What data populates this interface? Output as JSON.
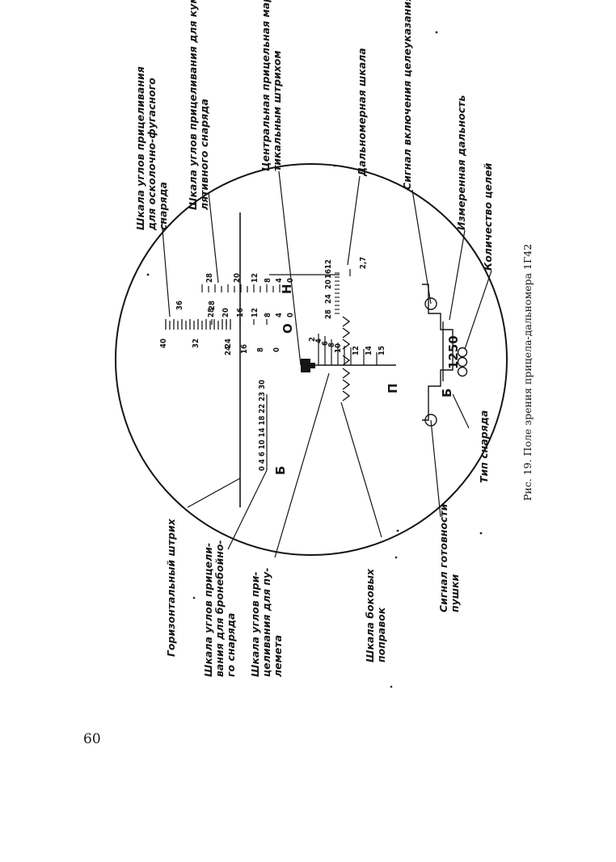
{
  "figure": {
    "caption": "Рис. 19. Поле зрения прицела-дальномера 1Г42",
    "page_number": "60"
  },
  "labels": {
    "frag_scale": [
      "Шкала углов прицеливания",
      "для осколочно-фугасного",
      "снаряда"
    ],
    "cumul_scale": [
      "Шкала углов прицеливания для кумуле-",
      "лятивного снаряда"
    ],
    "central_mark": [
      "Центральная прицельная марка с вер-",
      "тикальным штрихом"
    ],
    "range_scale": [
      "Дальномерная шкала"
    ],
    "target_signal": [
      "Сигнал включения целеуказания Командиром"
    ],
    "measured_range": [
      "Измеренная дальность"
    ],
    "target_count": [
      "Количество целей"
    ],
    "shell_type": [
      "Тип снаряда"
    ],
    "gun_ready": [
      "Сигнал готовности",
      "пушки"
    ],
    "side_scale": [
      "Шкала боковых",
      "поправок"
    ],
    "mg_scale": [
      "Шкала углов при-",
      "целивания для пу-",
      "лемета"
    ],
    "ap_scale": [
      "Шкала углов прицели-",
      "вания для бронебойно-",
      "го снаряда"
    ],
    "horizontal": [
      "Горизонтальный штрих"
    ]
  },
  "reticle": {
    "frag_ticks": [
      "40",
      "36",
      "32",
      "28",
      "24"
    ],
    "frag_letter": "О",
    "cumul_ticks": [
      "28",
      "24",
      "20",
      "16",
      "12",
      "8",
      "4",
      "0"
    ],
    "cumul_letter": "Н",
    "mid_ticks": [
      "28",
      "24",
      "20",
      "16",
      "12",
      "8",
      "4",
      "0"
    ],
    "left_ticks": [
      "24",
      "16",
      "8",
      "0"
    ],
    "range_ticks": [
      "28",
      "24",
      "20",
      "16",
      "12"
    ],
    "range_value": "2,7",
    "mg_ticks": [
      "2",
      "4",
      "6",
      "8",
      "10",
      "12",
      "14",
      "15"
    ],
    "ap_scale": "0 4 6 10 14 18 22 23 30",
    "ap_letter": "Б",
    "side_letter": "П",
    "range_digits": "1250",
    "shell_letter": "Б"
  }
}
